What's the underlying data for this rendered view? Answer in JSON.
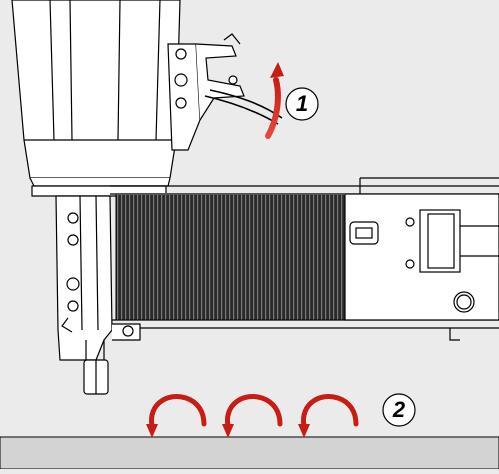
{
  "steps": [
    {
      "number": "1"
    },
    {
      "number": "2"
    }
  ],
  "colors": {
    "background": "#ebebeb",
    "line": "#000000",
    "arrow_red": "#d6261c",
    "strip_dark": "#262626",
    "table": "#d3d3d3"
  },
  "icons": [
    "rotate-arrow-icon",
    "step-number-badge"
  ]
}
